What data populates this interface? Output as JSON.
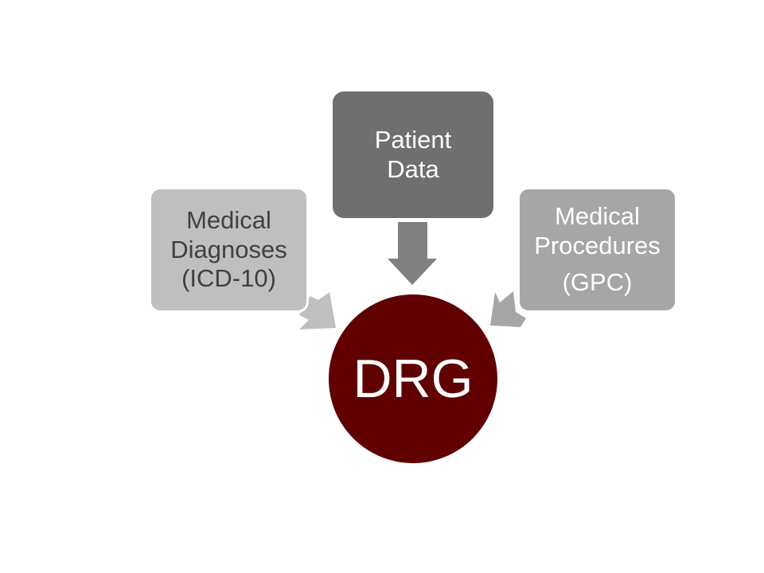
{
  "diagram": {
    "inputs": [
      {
        "id": "diagnoses",
        "lines": [
          "Medical",
          "Diagnoses",
          "(ICD-10)"
        ],
        "fill": "#bfbfbf",
        "text_color": "#404040"
      },
      {
        "id": "patient",
        "lines": [
          "Patient",
          "Data"
        ],
        "fill": "#6f6f6f",
        "text_color": "#ffffff"
      },
      {
        "id": "procedures",
        "lines": [
          "Medical",
          "Procedures",
          "(GPC)"
        ],
        "fill": "#a6a6a6",
        "text_color": "#ffffff"
      }
    ],
    "output": {
      "label": "DRG",
      "fill": "#600000",
      "text_color": "#ffffff"
    },
    "edges": [
      {
        "from": "diagnoses",
        "to": "DRG",
        "color": "#bfbfbf"
      },
      {
        "from": "patient",
        "to": "DRG",
        "color": "#808080"
      },
      {
        "from": "procedures",
        "to": "DRG",
        "color": "#a6a6a6"
      }
    ]
  }
}
